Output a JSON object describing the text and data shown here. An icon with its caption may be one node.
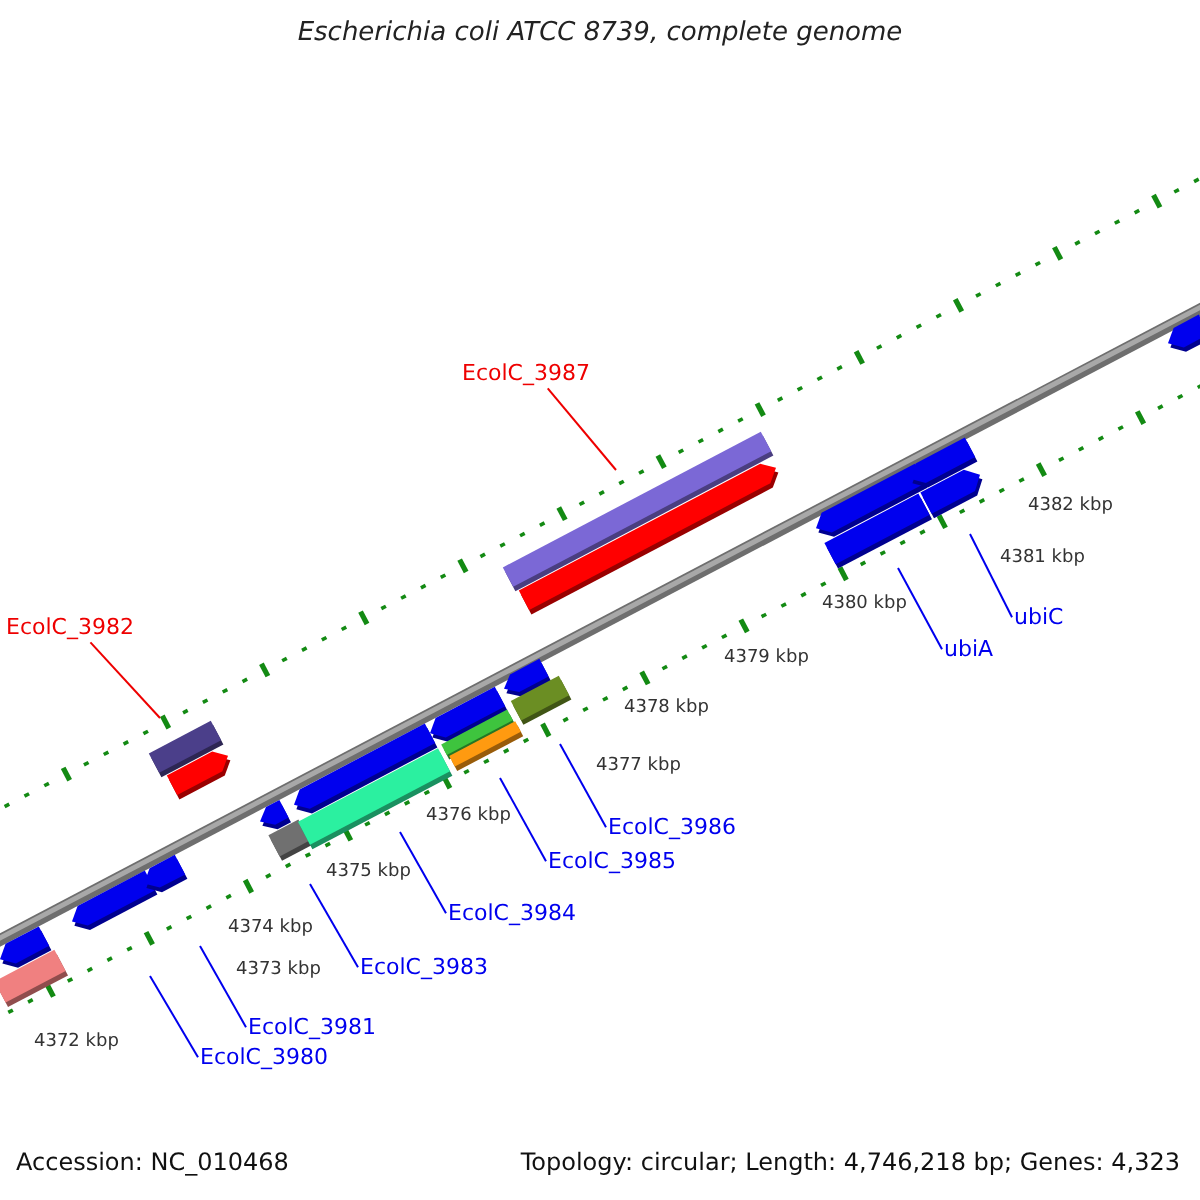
{
  "diagram": {
    "title": "Escherichia coli ATCC 8739, complete genome",
    "nodes": [
      {
        "text": [
          "EcolC_3987"
        ]
      },
      {
        "text": [
          "EcolC_3982"
        ]
      },
      {
        "text": [
          "ubiC"
        ]
      },
      {
        "text": [
          "ubiA"
        ]
      },
      {
        "text": [
          "EcolC_3986"
        ]
      },
      {
        "text": [
          "EcolC_3985"
        ]
      },
      {
        "text": [
          "EcolC_3984"
        ]
      },
      {
        "text": [
          "EcolC_3983"
        ]
      },
      {
        "text": [
          "EcolC_3981"
        ]
      },
      {
        "text": [
          "EcolC_3980"
        ]
      }
    ],
    "edges": [
      {
        "from": 0,
        "to": null,
        "arrow": "none",
        "color": "#ee0000"
      },
      {
        "from": 1,
        "to": null,
        "arrow": "none",
        "color": "#ee0000"
      },
      {
        "from": 2,
        "to": null,
        "arrow": "none"
      },
      {
        "from": 3,
        "to": null,
        "arrow": "none"
      },
      {
        "from": 4,
        "to": null,
        "arrow": "none"
      },
      {
        "from": 5,
        "to": null,
        "arrow": "none"
      },
      {
        "from": 6,
        "to": null,
        "arrow": "none"
      },
      {
        "from": 7,
        "to": null,
        "arrow": "none"
      },
      {
        "from": 8,
        "to": null,
        "arrow": "none"
      },
      {
        "from": 9,
        "to": null,
        "arrow": "none"
      }
    ],
    "labels": [
      "4382 kbp",
      "4381 kbp",
      "4380 kbp",
      "4379 kbp",
      "4378 kbp",
      "4377 kbp",
      "4376 kbp",
      "4375 kbp",
      "4374 kbp",
      "4373 kbp",
      "4372 kbp",
      "Accession: NC_010468",
      "Topology: circular; Length: 4,746,218 bp; Genes: 4,323"
    ]
  }
}
